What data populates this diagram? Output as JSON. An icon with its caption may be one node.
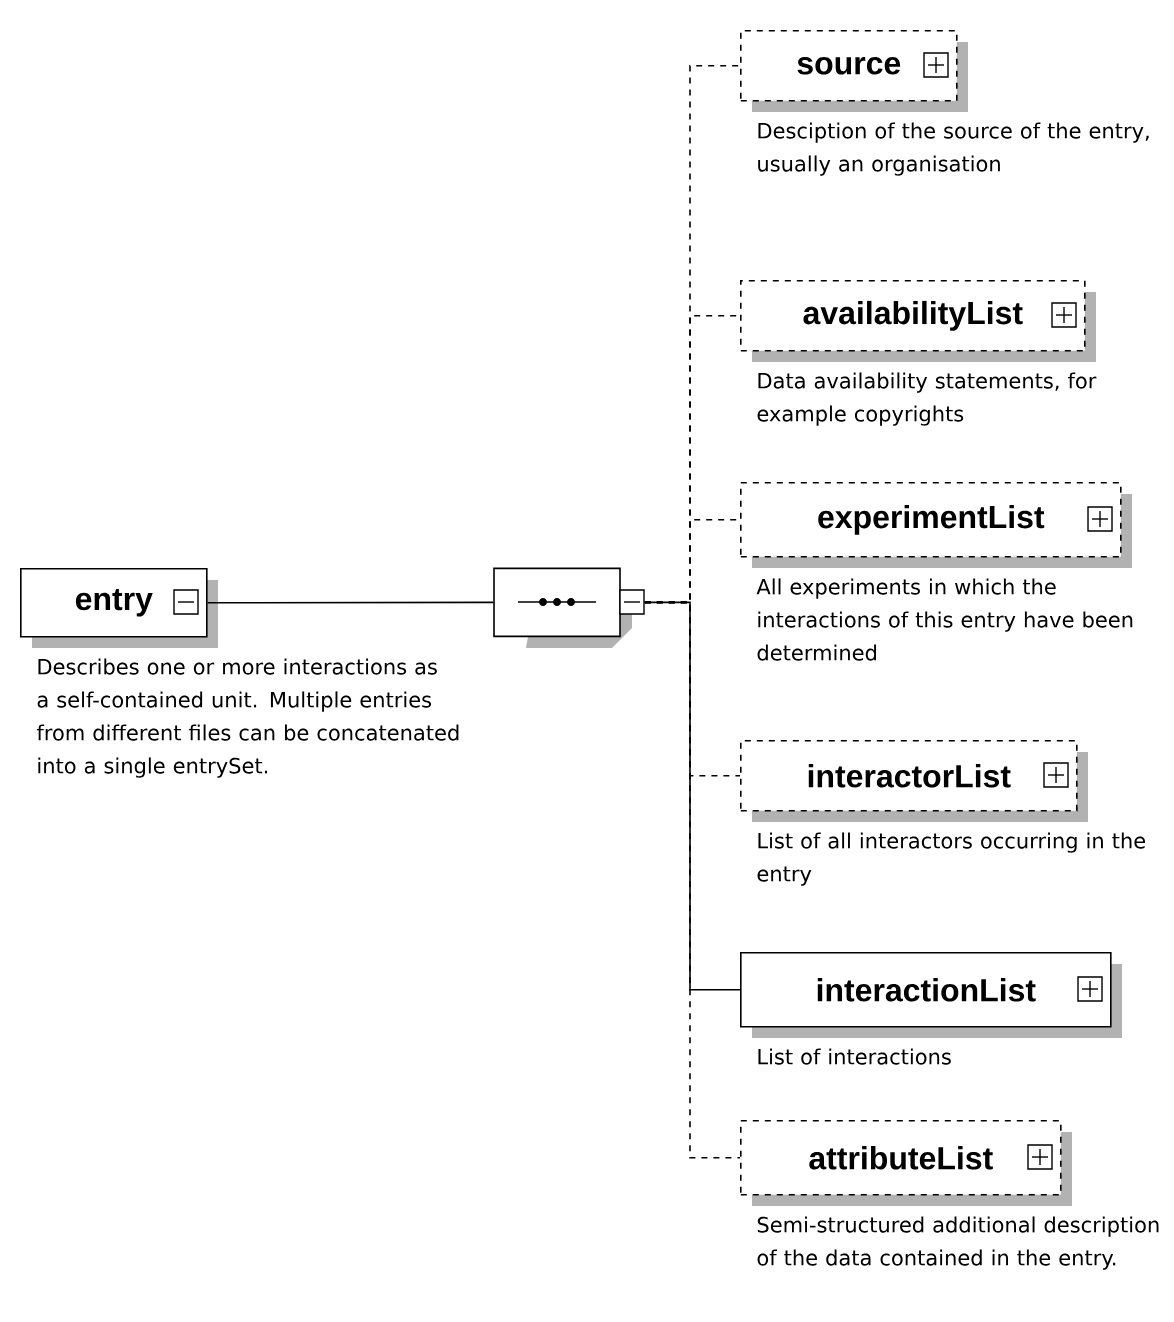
{
  "diagram": {
    "nodes": [
      {
        "text": [
          "entry"
        ],
        "beside": [
          "Describes one or more interactions as a self-contained unit. Multiple entries from different files can be concatenated into a single entrySet."
        ]
      },
      {
        "text": [],
        "shape": "octagon"
      },
      {
        "text": [
          "source"
        ],
        "beside": [
          "Desciption of the source of the entry, usually an organisation"
        ]
      },
      {
        "text": [
          "availabilityList"
        ],
        "beside": [
          "Data availability statements, for example copyrights"
        ]
      },
      {
        "text": [
          "experimentList"
        ],
        "beside": [
          "All experiments in which the interactions of this entry have been determined"
        ]
      },
      {
        "text": [
          "interactorList"
        ],
        "beside": [
          "List of all interactors occurring in the entry"
        ]
      },
      {
        "text": [
          "interactionList"
        ],
        "beside": [
          "List of interactions"
        ]
      },
      {
        "text": [
          "attributeList"
        ],
        "beside": [
          "Semi-structured additional description of the data contained in the entry."
        ]
      }
    ],
    "edges": [
      {
        "from": 0,
        "to": 1,
        "arrow": "none"
      },
      {
        "from": 1,
        "to": 2,
        "arrow": "none",
        "style": "dashed"
      },
      {
        "from": 1,
        "to": 3,
        "arrow": "none",
        "style": "dashed"
      },
      {
        "from": 1,
        "to": 4,
        "arrow": "none",
        "style": "dashed"
      },
      {
        "from": 1,
        "to": 5,
        "arrow": "none",
        "style": "dashed"
      },
      {
        "from": 1,
        "to": 6,
        "arrow": "none"
      },
      {
        "from": 1,
        "to": 7,
        "arrow": "none",
        "style": "dashed"
      }
    ]
  }
}
